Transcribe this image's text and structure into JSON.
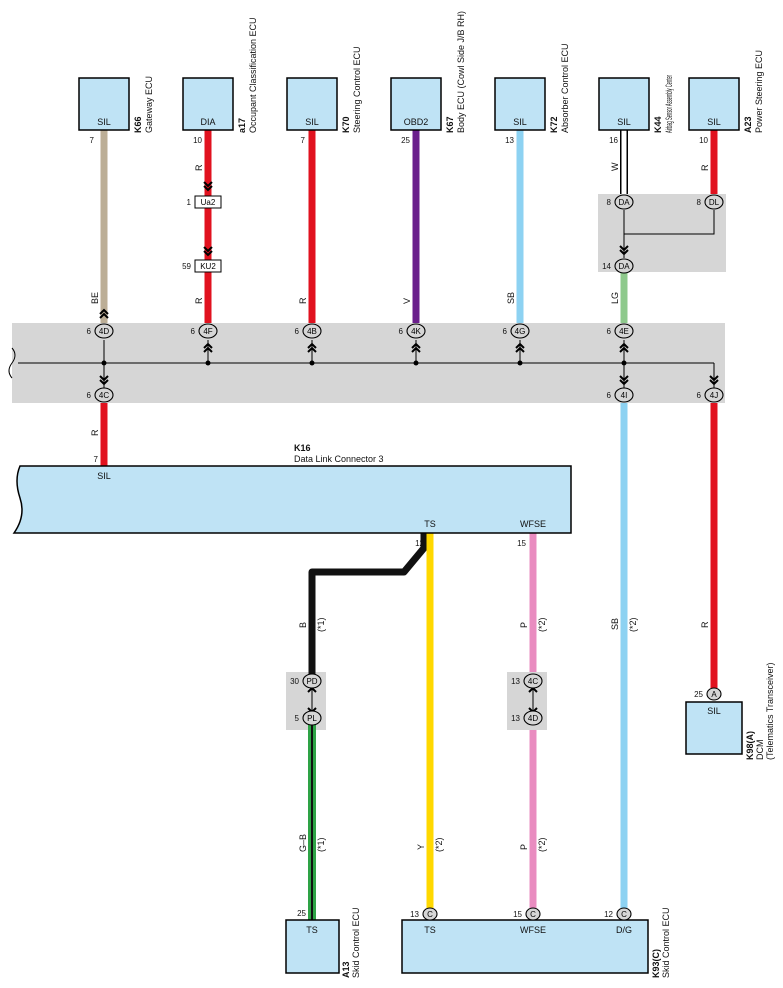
{
  "colors": {
    "red": "#e1121f",
    "tan": "#bcae96",
    "violet": "#6a1f8c",
    "sky_blue": "#8dd2f2",
    "light_green": "#8ec98c",
    "black": "#111111",
    "yellow": "#ffd800",
    "pink": "#e98cc0",
    "green": "#2ea346",
    "white_wire": "#ffffff",
    "box_fill": "#bfe3f5",
    "junction_fill": "#d6d6d6"
  },
  "top_ecus": [
    {
      "code": "K66",
      "name": "Gateway ECU",
      "terminal": "SIL",
      "pin": "7",
      "wire": "BE",
      "junction_pin": "6",
      "junction_conn": "4D"
    },
    {
      "code": "a17",
      "name": "Occupant Classification ECU",
      "terminal": "DIA",
      "pin": "10",
      "wire": "R",
      "wire2": "R",
      "junction_pin": "6",
      "junction_conn": "4F"
    },
    {
      "code": "K70",
      "name": "Steering Control ECU",
      "terminal": "SIL",
      "pin": "7",
      "wire": "R",
      "junction_pin": "6",
      "junction_conn": "4B"
    },
    {
      "code": "K67",
      "name": "Body ECU (Cowl Side J/B RH)",
      "terminal": "OBD2",
      "pin": "25",
      "wire": "V",
      "junction_pin": "6",
      "junction_conn": "4K"
    },
    {
      "code": "K72",
      "name": "Absorber Control ECU",
      "terminal": "SIL",
      "pin": "13",
      "wire": "SB",
      "junction_pin": "6",
      "junction_conn": "4G"
    },
    {
      "code": "K44",
      "name": "Airbag Sensor Assembly Center",
      "terminal": "SIL",
      "pin": "16",
      "wire": "W",
      "wire2": "LG",
      "junction_pin": "6",
      "junction_conn": "4E"
    },
    {
      "code": "A23",
      "name": "Power Steering ECU",
      "terminal": "SIL",
      "pin": "10",
      "wire": "R"
    }
  ],
  "inline_connectors": [
    {
      "pin": "1",
      "name": "Ua2"
    },
    {
      "pin": "59",
      "name": "KU2"
    }
  ],
  "airbag_junction": [
    {
      "pin": "8",
      "conn": "DA"
    },
    {
      "pin": "8",
      "conn": "DL"
    },
    {
      "pin": "14",
      "conn": "DA"
    }
  ],
  "lower_junction": [
    {
      "pin": "6",
      "conn": "4C"
    },
    {
      "pin": "6",
      "conn": "4I"
    },
    {
      "pin": "6",
      "conn": "4J"
    }
  ],
  "dlc": {
    "code": "K16",
    "name": "Data Link Connector 3",
    "sil_pin": "7",
    "sil_label": "SIL",
    "sil_wire": "R",
    "ts_label": "TS",
    "ts_pin": "12",
    "wfse_label": "WFSE",
    "wfse_pin": "15"
  },
  "lower_wires": {
    "b_wire": "B",
    "b_note": "(*1)",
    "p_wire": "P",
    "p_note": "(*2)",
    "sb_wire": "SB",
    "sb_note": "(*2)",
    "r_wire": "R",
    "gb_wire": "G–B",
    "gb_note": "(*1)",
    "y_wire": "Y",
    "y_note": "(*2)",
    "p2_wire": "P",
    "p2_note": "(*2)"
  },
  "pd_junction": [
    {
      "pin": "30",
      "conn": "PD"
    },
    {
      "pin": "5",
      "conn": "PL"
    }
  ],
  "c_junction": [
    {
      "pin": "13",
      "conn": "4C"
    },
    {
      "pin": "13",
      "conn": "4D"
    }
  ],
  "dcm": {
    "code": "K98(A)",
    "name": "DCM",
    "name2": "(Telematics Transceiver)",
    "terminal": "SIL",
    "pin": "25",
    "conn": "A"
  },
  "skid_a13": {
    "code": "A13",
    "name": "Skid Control ECU",
    "terminal": "TS",
    "pin": "25"
  },
  "skid_k93": {
    "code": "K93(C)",
    "name": "Skid Control ECU",
    "terminals": [
      {
        "label": "TS",
        "pin": "13",
        "conn": "C"
      },
      {
        "label": "WFSE",
        "pin": "15",
        "conn": "C"
      },
      {
        "label": "D/G",
        "pin": "12",
        "conn": "C"
      }
    ]
  }
}
